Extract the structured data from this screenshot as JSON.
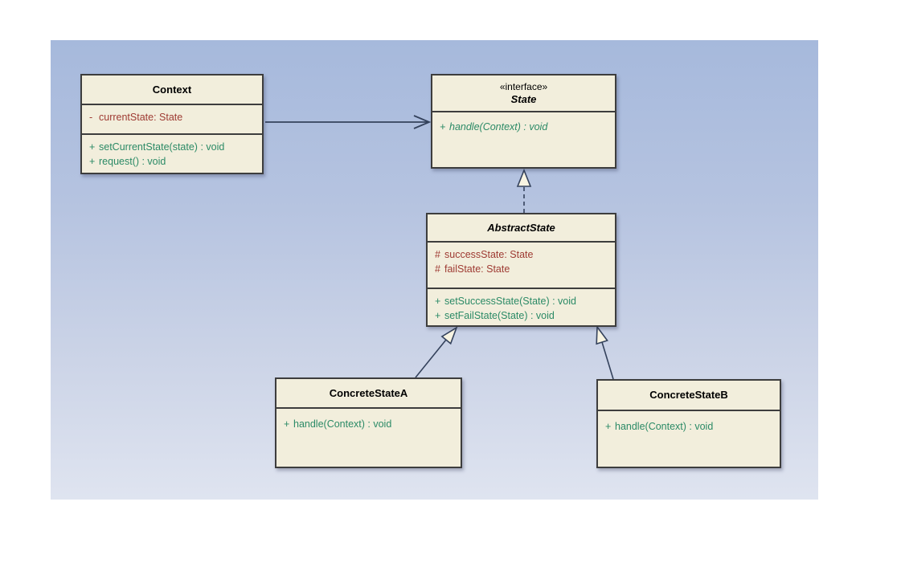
{
  "diagram": {
    "kind": "uml-class-diagram",
    "pattern": "State",
    "colors": {
      "panel_gradient_top": "#a6b9dc",
      "panel_gradient_bottom": "#dfe4f0",
      "class_fill": "#f2eedc",
      "class_border": "#3d3d3d",
      "attribute_text": "#9e3a32",
      "method_text": "#2b8a66",
      "title_text": "#000000",
      "connector_line": "#34425c",
      "triangle_fill": "#f8f4e2"
    },
    "classes": {
      "context": {
        "name": "Context",
        "attributes": [
          {
            "visibility": "-",
            "text": "currentState: State"
          }
        ],
        "methods": [
          {
            "visibility": "+",
            "text": "setCurrentState(state) : void"
          },
          {
            "visibility": "+",
            "text": "request() : void"
          }
        ]
      },
      "state": {
        "stereotype": "«interface»",
        "name": "State",
        "methods": [
          {
            "visibility": "+",
            "text": "handle(Context) : void"
          }
        ]
      },
      "abstract_state": {
        "name": "AbstractState",
        "attributes": [
          {
            "visibility": "#",
            "text": "successState: State"
          },
          {
            "visibility": "#",
            "text": "failState: State"
          }
        ],
        "methods": [
          {
            "visibility": "+",
            "text": "setSuccessState(State) : void"
          },
          {
            "visibility": "+",
            "text": "setFailState(State) : void"
          }
        ]
      },
      "concrete_state_a": {
        "name": "ConcreteStateA",
        "methods": [
          {
            "visibility": "+",
            "text": "handle(Context) : void"
          }
        ]
      },
      "concrete_state_b": {
        "name": "ConcreteStateB",
        "methods": [
          {
            "visibility": "+",
            "text": "handle(Context) : void"
          }
        ]
      }
    },
    "relationships": [
      {
        "type": "association",
        "from": "Context",
        "to": "State",
        "arrow": "open"
      },
      {
        "type": "realization",
        "from": "AbstractState",
        "to": "State",
        "arrow": "hollow-triangle",
        "line": "dashed"
      },
      {
        "type": "generalization",
        "from": "ConcreteStateA",
        "to": "AbstractState",
        "arrow": "hollow-triangle",
        "line": "solid"
      },
      {
        "type": "generalization",
        "from": "ConcreteStateB",
        "to": "AbstractState",
        "arrow": "hollow-triangle",
        "line": "solid"
      }
    ]
  }
}
